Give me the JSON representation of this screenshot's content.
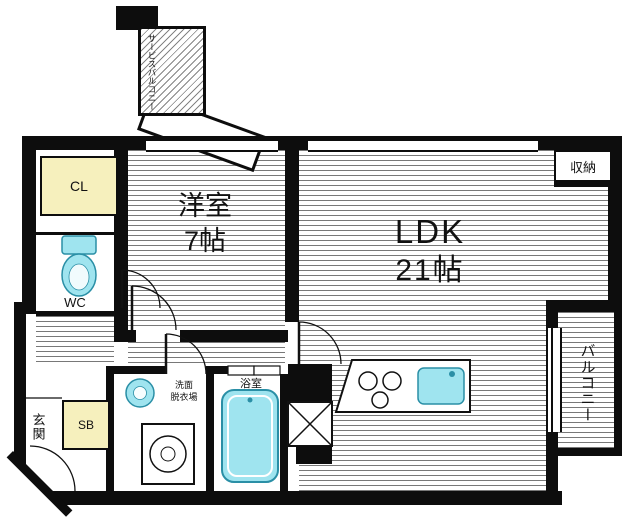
{
  "rooms": {
    "service_balcony": "サービスバルコニー",
    "closet": "CL",
    "toilet": "WC",
    "western_room": "洋室",
    "western_room_size": "7帖",
    "ldk": "LDK",
    "ldk_size": "21帖",
    "storage": "収納",
    "balcony": "バルコニー",
    "entrance": "玄関",
    "shoebox": "SB",
    "washroom_line1": "洗面",
    "washroom_line2": "脱衣場",
    "bathroom": "浴室"
  },
  "colors": {
    "wall": "#0d0d0d",
    "closet_fill": "#f6f0bd",
    "fixture_fill": "#9fe4ef",
    "fixture_stroke": "#2a8fa6"
  }
}
